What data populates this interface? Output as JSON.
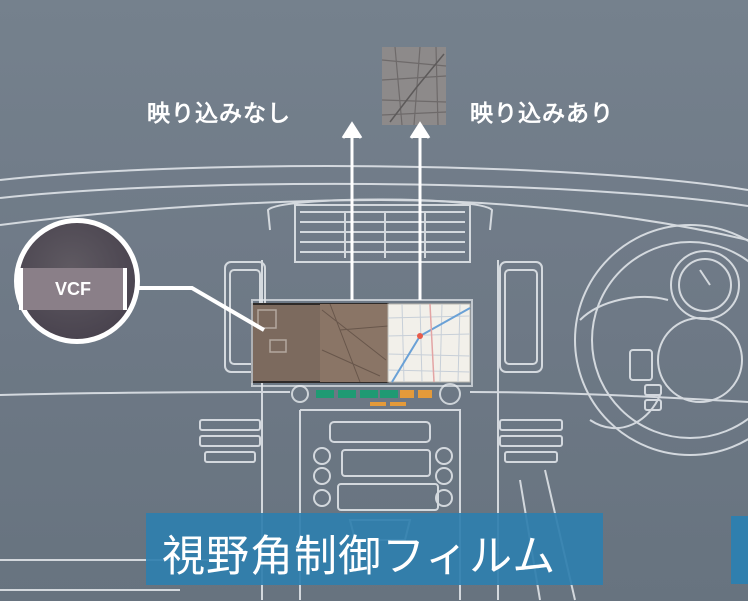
{
  "labels": {
    "without_reflection": "映り込みなし",
    "with_reflection": "映り込みあり",
    "vcf": "VCF",
    "caption": "視野角制御フィルム"
  },
  "colors": {
    "background": "#6f7b88",
    "line_art": "#e6eaee",
    "caption_bar": "#2f7fae",
    "vcf_tab": "#8a7f88",
    "film_tint": "#6a4c3a",
    "button_green": "#1f9a73",
    "button_orange": "#e39a3a"
  },
  "icons": {
    "arrow_left": "arrow-up-icon",
    "arrow_right": "arrow-up-icon",
    "map_thumbnail": "map-icon"
  }
}
